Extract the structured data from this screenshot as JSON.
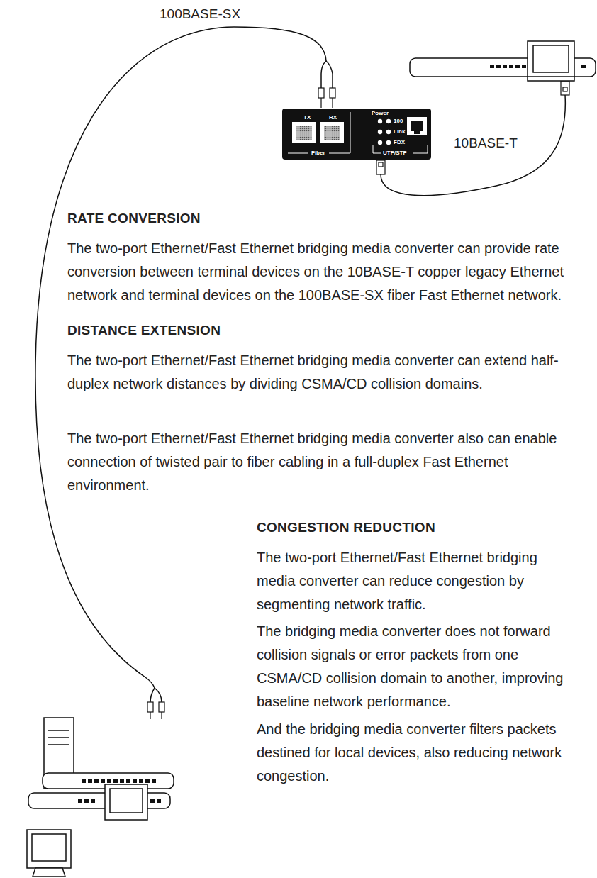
{
  "diagram": {
    "nodes": [
      {
        "text": [
          "TX",
          "RX",
          "Power",
          "100",
          "Link",
          "FDX",
          "Fiber",
          "UTP/STP"
        ]
      }
    ],
    "labels": [
      "100BASE-SX",
      "10BASE-T",
      "RATE CONVERSION",
      "The two-port Ethernet/Fast Ethernet bridging media converter can provide rate conversion between terminal devices on the 10BASE-T copper legacy Ethernet network and terminal devices on the 100BASE-SX fiber Fast Ethernet network.",
      "DISTANCE EXTENSION",
      "The two-port Ethernet/Fast Ethernet bridging media converter can extend half-duplex network distances by dividing CSMA/CD collision domains.",
      "The two-port Ethernet/Fast Ethernet bridging media converter also can enable connection of twisted pair to fiber cabling in a full-duplex Fast Ethernet environment.",
      "CONGESTION REDUCTION",
      "The two-port Ethernet/Fast Ethernet bridging media converter can reduce congestion by segmenting network traffic.",
      "The bridging media converter does not forward collision signals or error packets from one CSMA/CD collision domain to another, improving baseline network performance.",
      "And the bridging media converter filters packets destined for local devices, also reducing network congestion."
    ]
  }
}
